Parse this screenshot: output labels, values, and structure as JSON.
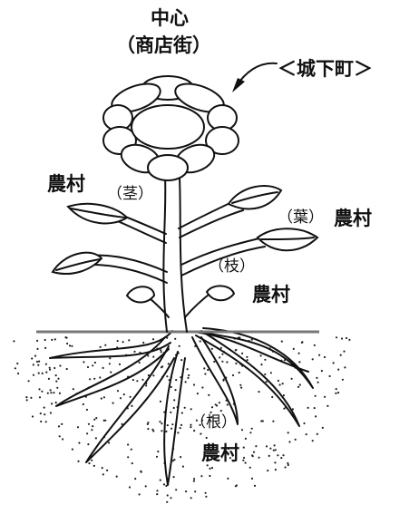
{
  "labels": {
    "center": "中心",
    "center_sub": "（商店街）",
    "castle_town": "＜城下町＞",
    "stem": "（茎）",
    "stem_village": "農村",
    "leaf": "（葉）",
    "leaf_village": "農村",
    "branch": "（枝）",
    "branch_village": "農村",
    "root": "（根）",
    "root_village": "農村"
  },
  "colors": {
    "ink": "#111111",
    "ground_line": "#777777",
    "paper": "#ffffff"
  }
}
